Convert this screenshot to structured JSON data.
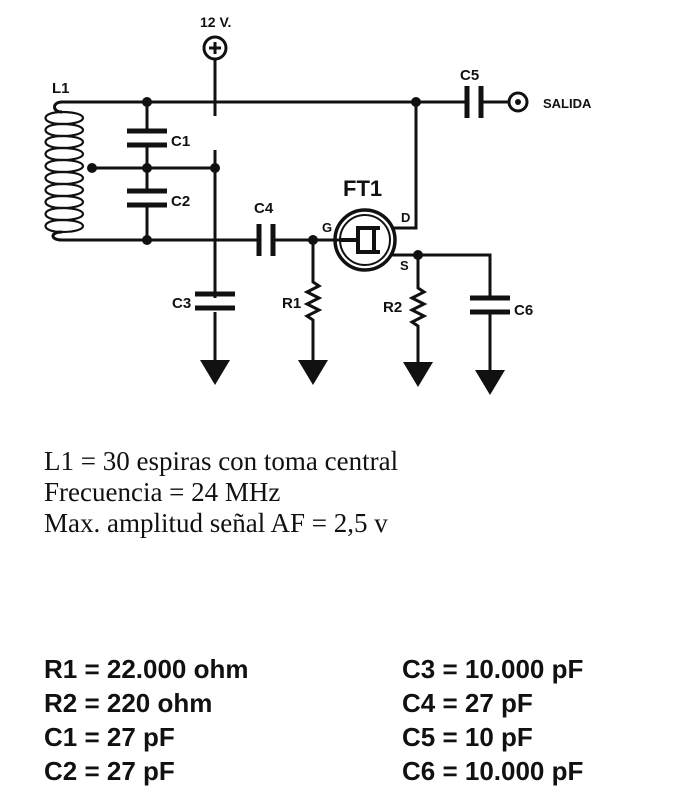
{
  "schematic": {
    "supply_label": "12 V.",
    "output_label": "SALIDA",
    "transistor_label": "FT1",
    "pins": {
      "gate": "G",
      "drain": "D",
      "source": "S"
    },
    "components": {
      "L1": "L1",
      "C1": "C1",
      "C2": "C2",
      "C3": "C3",
      "C4": "C4",
      "C5": "C5",
      "C6": "C6",
      "R1": "R1",
      "R2": "R2"
    }
  },
  "description": [
    "L1 = 30 espiras con toma central",
    "Frecuencia = 24 MHz",
    "Max. amplitud señal AF = 2,5 v"
  ],
  "values_left": [
    "R1 = 22.000 ohm",
    "R2 = 220 ohm",
    "C1 = 27 pF",
    "C2 = 27 pF"
  ],
  "values_right": [
    "C3 = 10.000 pF",
    "C4 = 27 pF",
    "C5 = 10 pF",
    "C6 = 10.000 pF"
  ]
}
